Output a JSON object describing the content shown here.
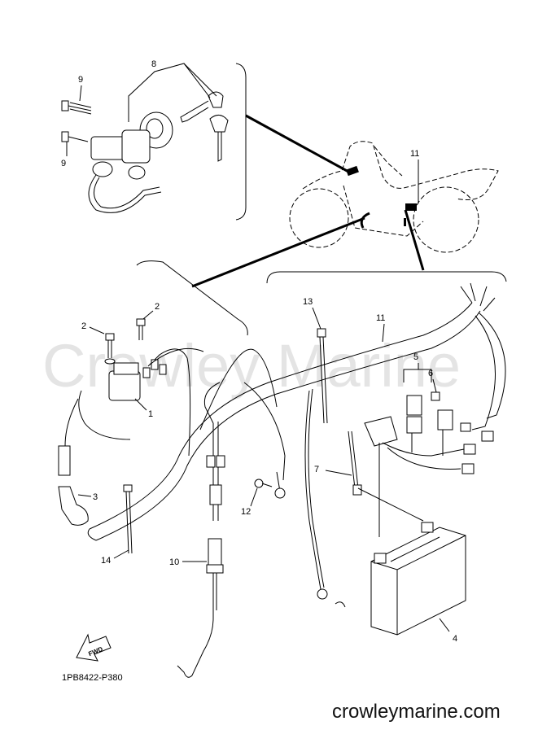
{
  "watermark": "Crowley Marine",
  "diagram_code": "1PB8422-P380",
  "site_footer": "crowleymarine.com",
  "fwd_arrow_label": "FWD",
  "callouts": {
    "c1": "1",
    "c2a": "2",
    "c2b": "2",
    "c3": "3",
    "c4": "4",
    "c5": "5",
    "c6": "6",
    "c7": "7",
    "c8": "8",
    "c9a": "9",
    "c9b": "9",
    "c10": "10",
    "c11a": "11",
    "c11b": "11",
    "c12": "12",
    "c13": "13",
    "c14": "14"
  }
}
